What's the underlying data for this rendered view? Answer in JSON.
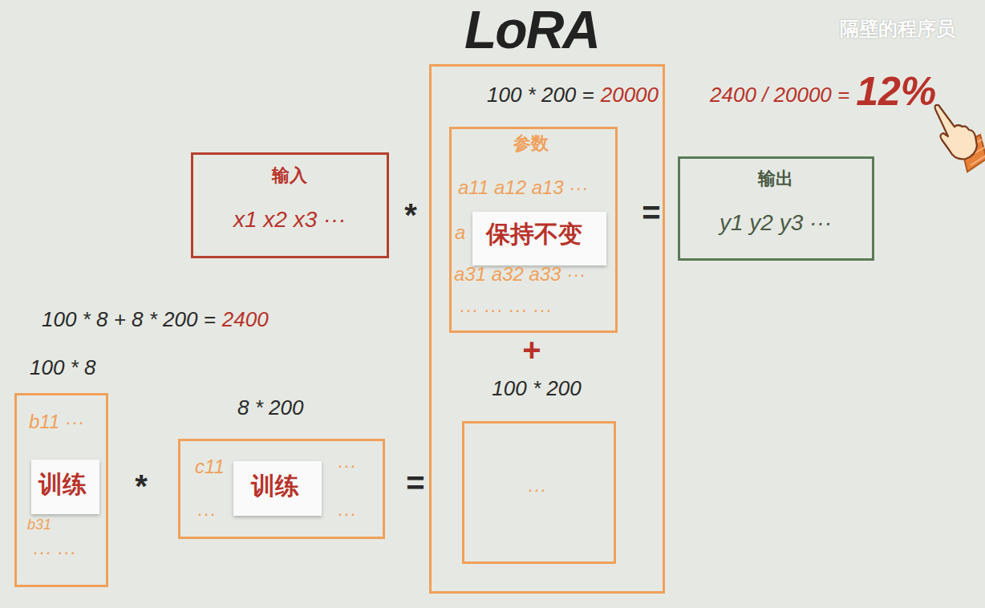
{
  "diagram": {
    "title": "LoRA",
    "nodes": [
      {
        "text": [
          "输入",
          "x1 x2 x3 ···"
        ]
      },
      {
        "text": [
          "100 * 200 =",
          "20000"
        ]
      },
      {
        "text": [
          "参数",
          "a11 a12 a13 ···",
          "a",
          "a31 a32 a33 ···",
          "··· ··· ··· ···"
        ],
        "in": 1
      },
      {
        "text": [
          "保持不变"
        ],
        "in": 2
      },
      {
        "text": [
          "输出",
          "y1 y2 y3 ···"
        ]
      },
      {
        "text": [
          "100 * 200",
          "···"
        ],
        "in": 1
      },
      {
        "text": [
          "100 * 8",
          "b11 ···",
          "b31",
          "··· ···"
        ]
      },
      {
        "text": [
          "训练"
        ],
        "in": 6
      },
      {
        "text": [
          "8 * 200",
          "c11",
          "···",
          "···",
          "···"
        ]
      },
      {
        "text": [
          "训练"
        ],
        "in": 8
      }
    ],
    "labels": [
      "隔壁的程序员",
      "2400 / 20000 =",
      "12%",
      "*",
      "=",
      "100 * 8 + 8 * 200 =",
      "2400",
      "*",
      "=",
      "+"
    ]
  }
}
